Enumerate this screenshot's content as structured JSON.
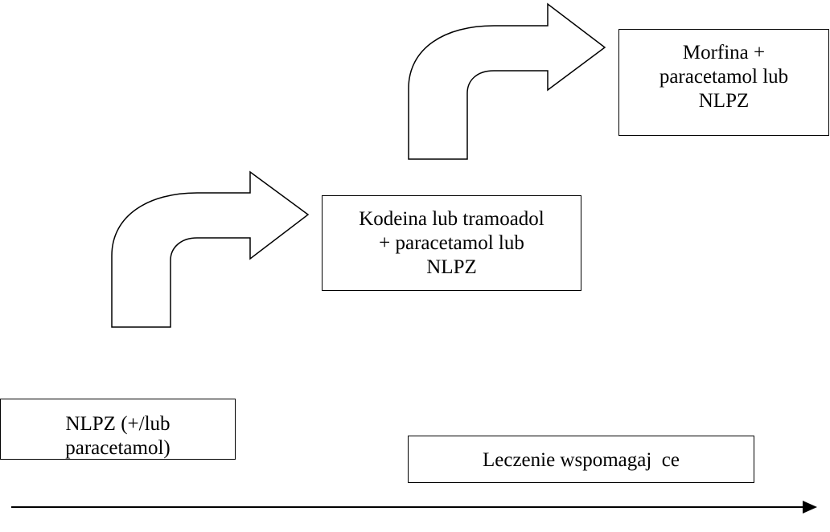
{
  "steps": {
    "step1": {
      "lines": [
        "NLPZ (+/lub",
        "paracetamol)"
      ]
    },
    "step2": {
      "lines": [
        "Kodeina lub tramoadol",
        "+ paracetamol lub",
        "NLPZ"
      ]
    },
    "step3": {
      "lines": [
        "Morfina +",
        "paracetamol lub",
        "NLPZ"
      ]
    }
  },
  "support": {
    "label": "Leczenie wspomagaj  ce"
  },
  "colors": {
    "stroke": "#000000",
    "background": "#ffffff"
  }
}
